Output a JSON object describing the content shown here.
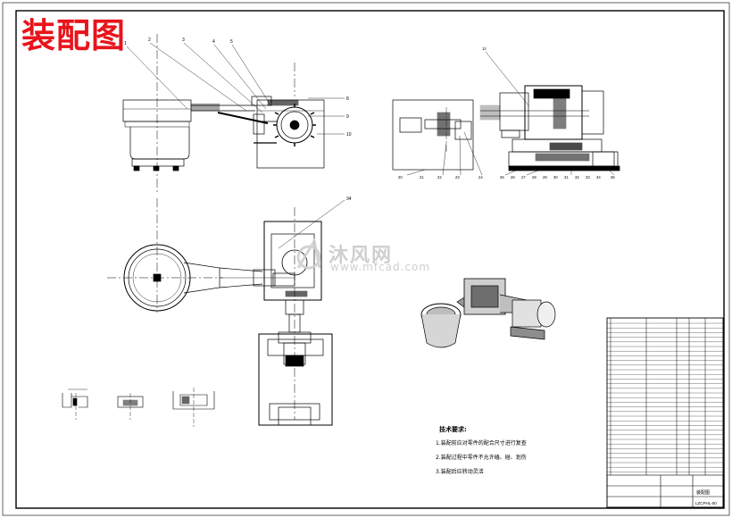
{
  "drawing": {
    "title": "装配图",
    "colors": {
      "title": "#e8141c",
      "ink": "#000000",
      "background": "#ffffff",
      "watermark": "#cfcfcf"
    }
  },
  "watermark": {
    "text": "沐风网",
    "url": "www.mfcad.com",
    "logo": "mfcad-logo"
  },
  "technical_requirements": {
    "heading": "技术要求:",
    "items": [
      "1.装配前应对零件的配合尺寸进行复查",
      "2.装配过程中零件不允许磕、碰、划伤",
      "3.装配后应转动灵活"
    ]
  },
  "leader_numbers": {
    "left_view": [
      "1",
      "2",
      "3",
      "4",
      "5",
      "8",
      "9",
      "10"
    ],
    "right_view": [
      "12",
      "20",
      "21",
      "22",
      "23",
      "24",
      "25",
      "26",
      "27",
      "28",
      "29",
      "30",
      "31",
      "32",
      "33",
      "34",
      "35"
    ],
    "plan_view": [
      "34"
    ]
  },
  "title_block": {
    "drawing_number": "LZCPHL-00",
    "name": "装配图"
  },
  "icons": [
    "cad-assembly-drawing",
    "isometric-3d-view",
    "bom-table"
  ]
}
